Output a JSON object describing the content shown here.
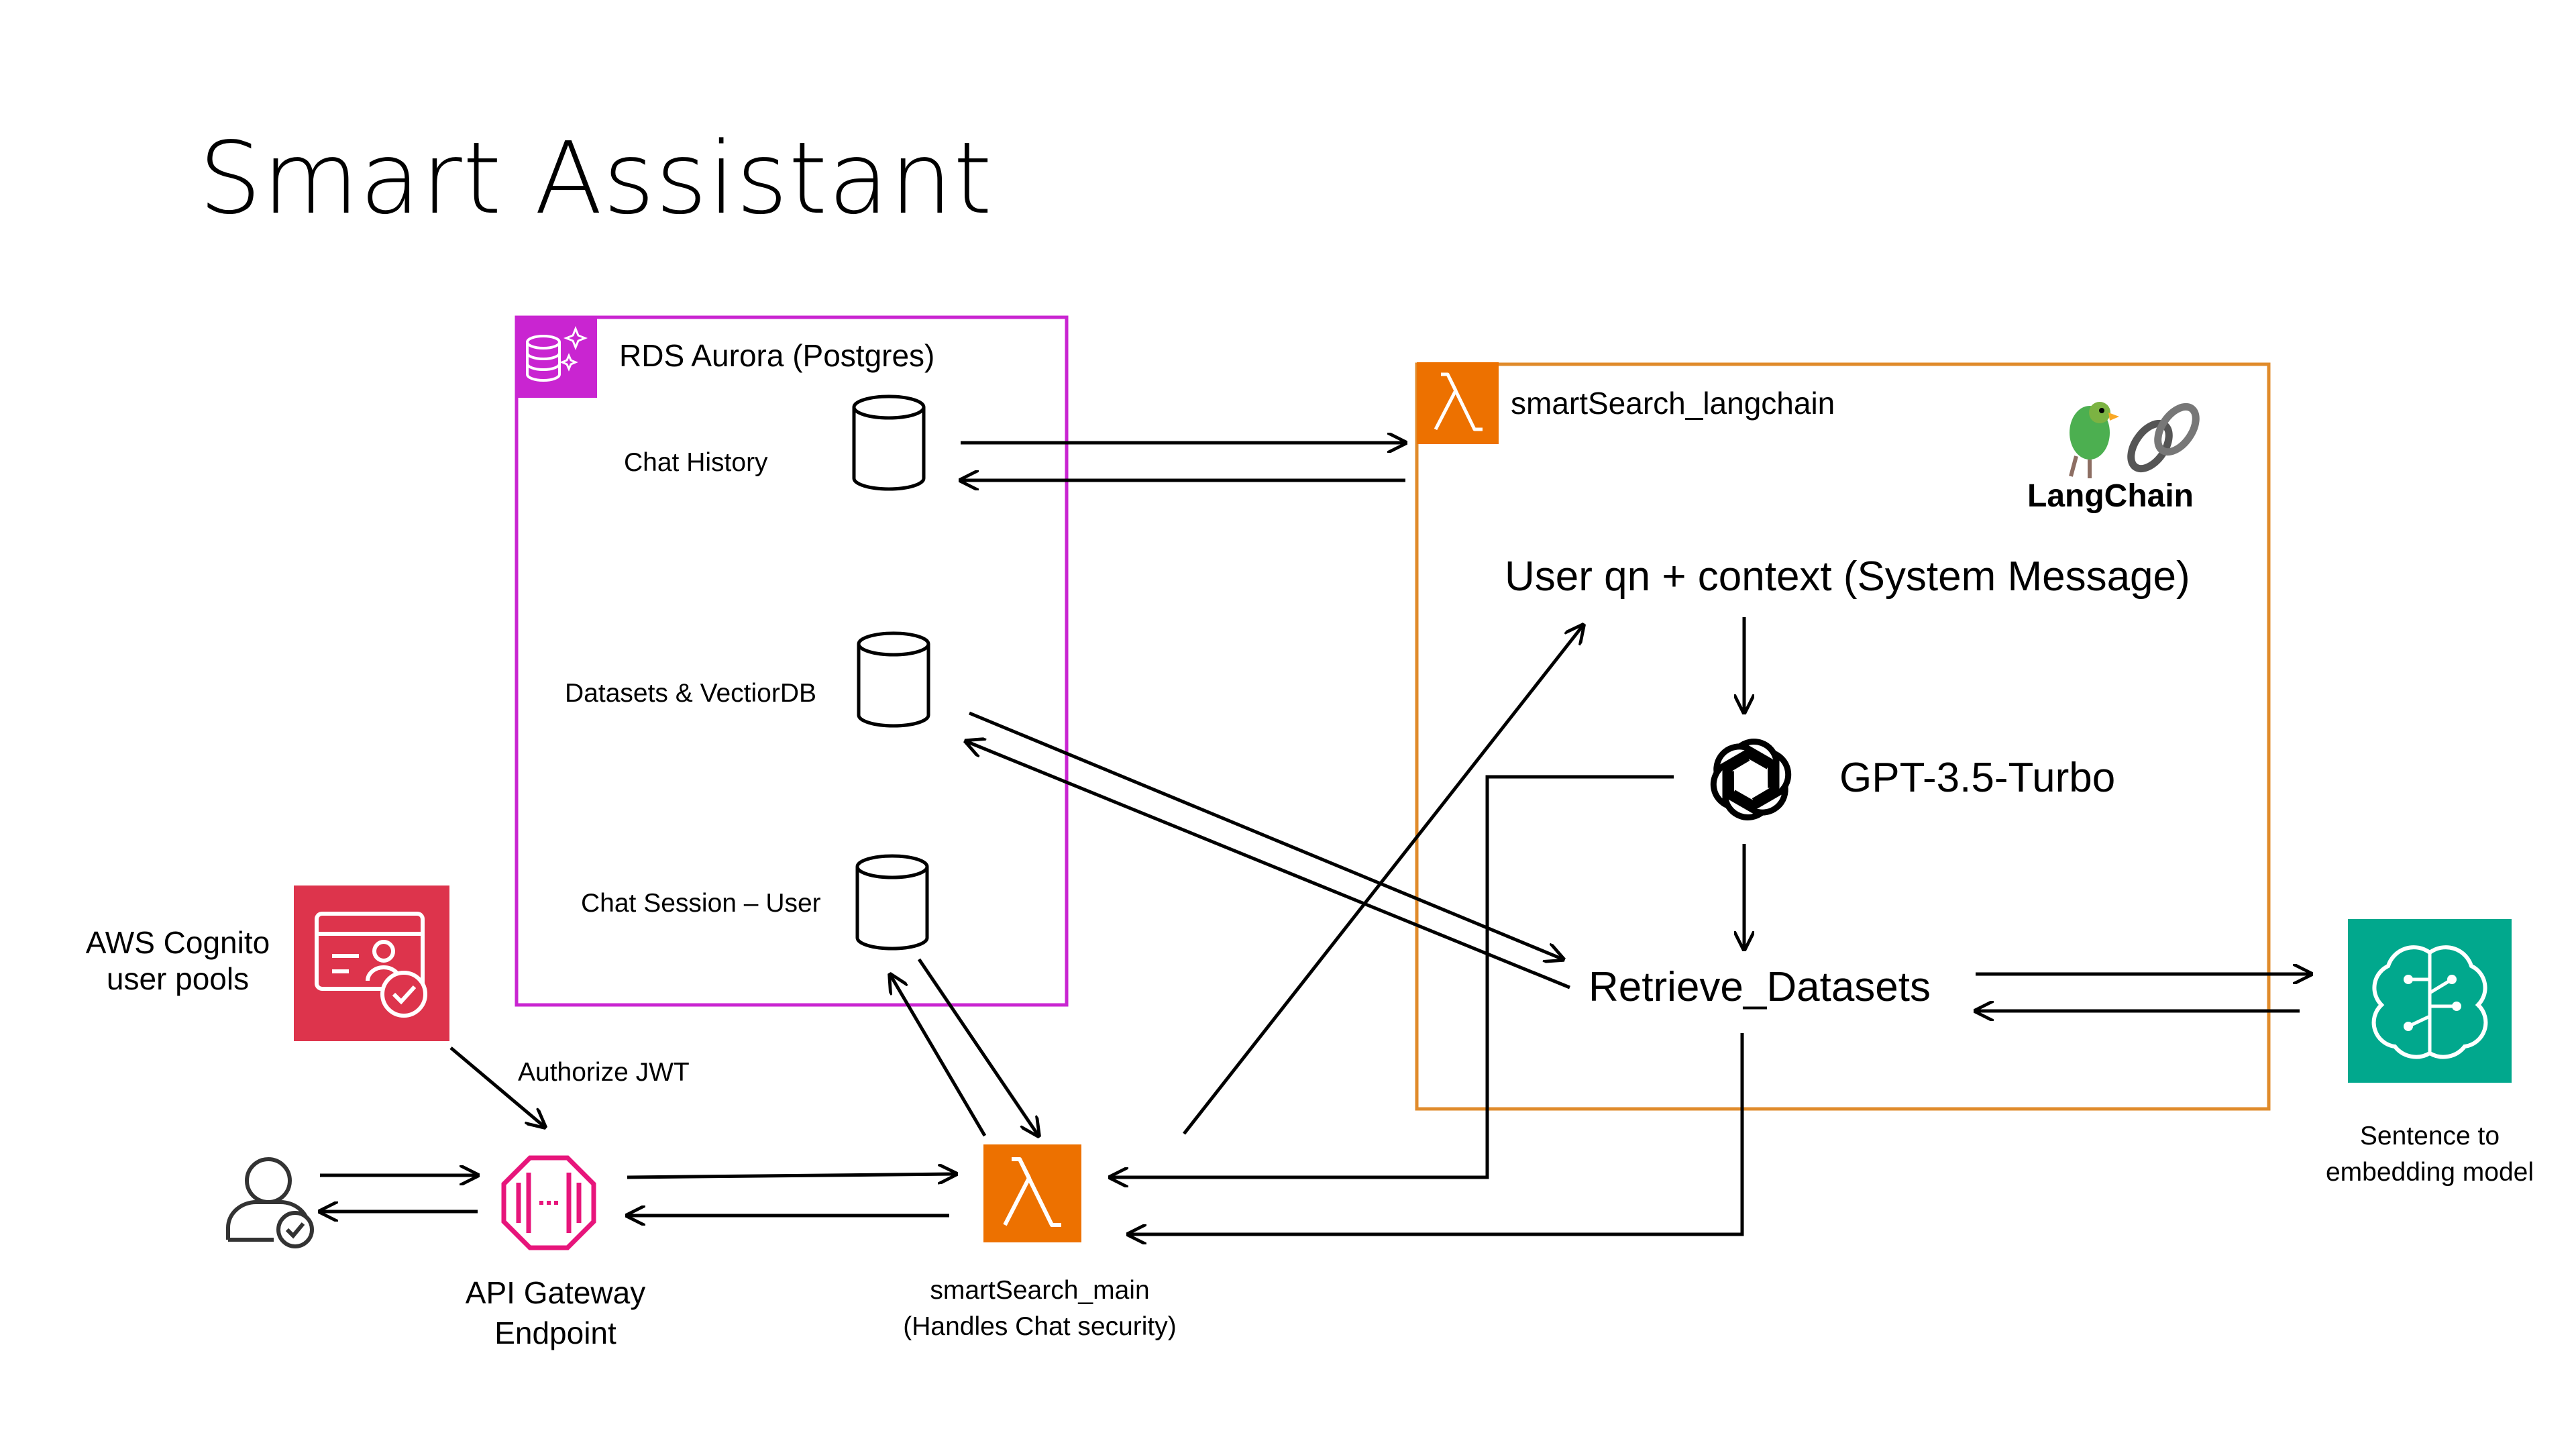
{
  "title": "Smart Assistant",
  "rds": {
    "label": "RDS Aurora (Postgres)",
    "tables": [
      "Chat History",
      "Datasets & VectiorDB",
      "Chat Session – User"
    ]
  },
  "langchain_box": {
    "label": "smartSearch_langchain",
    "logo_text": "LangChain",
    "prompt": "User qn + context (System Message)",
    "llm": "GPT-3.5-Turbo",
    "retrieve": "Retrieve_Datasets"
  },
  "cognito": {
    "line1": "AWS Cognito",
    "line2": "user pools"
  },
  "authorize": "Authorize JWT",
  "api_gateway": {
    "line1": "API Gateway",
    "line2": "Endpoint"
  },
  "main_lambda": {
    "line1": "smartSearch_main",
    "line2": "(Handles Chat security)"
  },
  "embedding": {
    "line1": "Sentence to",
    "line2": "embedding model"
  },
  "colors": {
    "rds": "#C925D1",
    "lambda": "#ED7100",
    "cognito": "#DD344C",
    "sagemaker": "#01A88D",
    "api_gateway": "#E7157B"
  },
  "icons": [
    "database-icon",
    "lambda-icon",
    "cognito-icon",
    "api-gateway-icon",
    "user-icon",
    "openai-icon",
    "sagemaker-brain-icon",
    "langchain-logo-icon"
  ]
}
